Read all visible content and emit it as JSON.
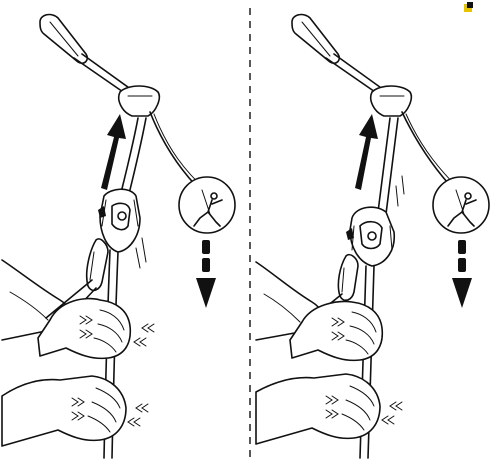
{
  "colors": {
    "ink": "#111111",
    "background": "#ffffff",
    "grey": "#8a8a8a"
  },
  "panels": [
    {
      "id": "left",
      "device": "open-device",
      "arrows": [
        "up-arrow",
        "down-arrow"
      ],
      "inset_icon": "falling-climber-icon"
    },
    {
      "id": "right",
      "device": "locked-device",
      "arrows": [
        "up-arrow",
        "down-arrow"
      ],
      "inset_icon": "falling-climber-icon"
    }
  ],
  "corner_mark_icon": "logo-mark-icon"
}
